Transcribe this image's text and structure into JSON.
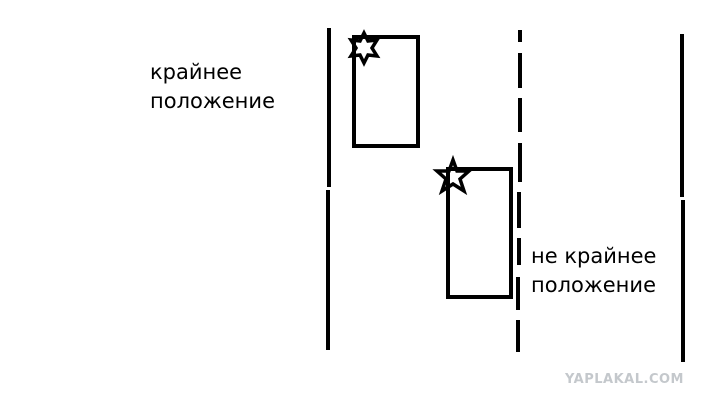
{
  "labels": {
    "extreme_position": {
      "line1": "крайнее",
      "line2": "положение"
    },
    "not_extreme_position": {
      "line1": "не крайнее",
      "line2": "положение"
    }
  },
  "watermark": "YAPLAKAL.COM",
  "colors": {
    "ink": "#000000",
    "background": "#ffffff",
    "watermark": "#c4c8cc"
  },
  "icons": {
    "car_marker": "star-icon"
  }
}
